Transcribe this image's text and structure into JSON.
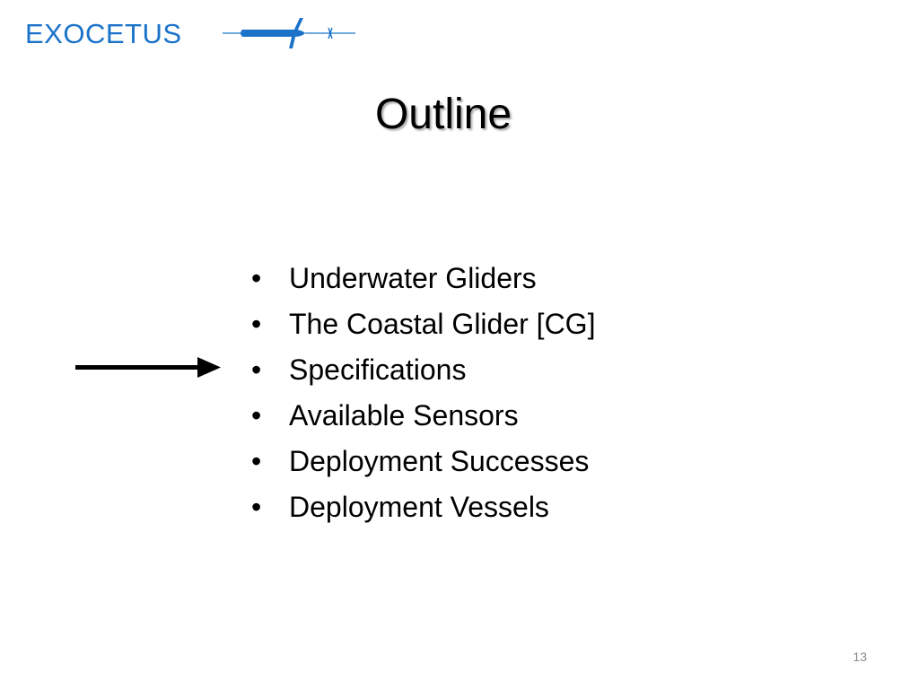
{
  "logo": {
    "text": "EXOCETUS",
    "brand_color": "#1a73c9",
    "icon": "glider-icon"
  },
  "slide": {
    "title": "Outline",
    "bullet_glyph": "•",
    "items": [
      {
        "label": "Underwater Gliders"
      },
      {
        "label": "The Coastal Glider [CG]"
      },
      {
        "label": "Specifications"
      },
      {
        "label": "Available Sensors"
      },
      {
        "label": "Deployment Successes"
      },
      {
        "label": "Deployment Vessels"
      }
    ],
    "current_item": "Specifications",
    "pointer_icon": "arrow-right-icon",
    "page_number": "13"
  }
}
